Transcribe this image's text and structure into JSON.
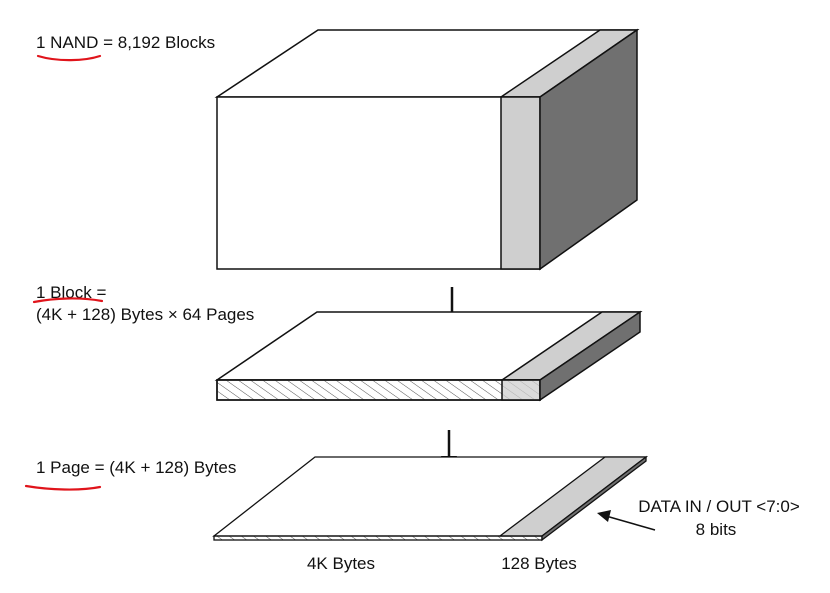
{
  "nand_label": {
    "underlined": "1 NAND",
    "rest": " = 8,192 Blocks"
  },
  "block_label": {
    "underlined": "1 Block",
    "rest": " =",
    "line2": "(4K + 128) Bytes × 64 Pages"
  },
  "page_label": {
    "underlined": "1 Page",
    "rest": " = (4K + 128) Bytes"
  },
  "data_io": {
    "line1": "DATA IN / OUT <7:0>",
    "line2": "8 bits"
  },
  "page_sections": {
    "main": "4K Bytes",
    "spare": "128 Bytes"
  },
  "colors": {
    "outline": "#111111",
    "spare_light": "#cfcfcf",
    "side_dark": "#707070",
    "annotation_red": "#e0141b"
  }
}
